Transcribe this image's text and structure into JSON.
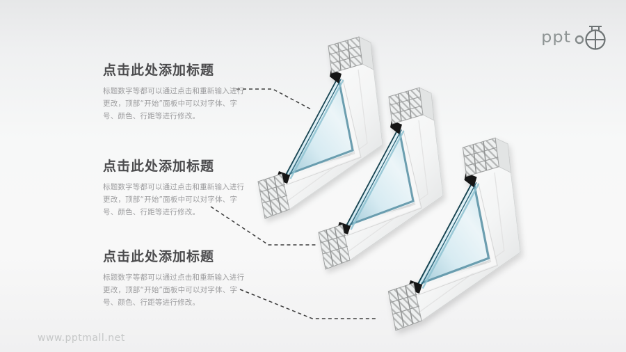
{
  "slide": {
    "watermark": "www.pptmall.net",
    "logo": {
      "text": "ppt",
      "icon": "crosshair-circle-icon"
    },
    "blocks": [
      {
        "title": "点击此处添加标题",
        "body_lines": [
          "标题数字等都可以通过点击和重新输入进行",
          "更改，顶部“开始”面板中可以对字体、字",
          "号、颜色、行距等进行修改。"
        ]
      },
      {
        "title": "点击此处添加标题",
        "body_lines": [
          "标题数字等都可以通过点击和重新输入进行",
          "更改，顶部“开始”面板中可以对字体、字",
          "号、颜色、行距等进行修改。"
        ]
      },
      {
        "title": "点击此处添加标题",
        "body_lines": [
          "标题数字等都可以通过点击和重新输入进行",
          "更改，顶部“开始”面板中可以对字体、字",
          "号、颜色、行距等进行修改。"
        ]
      }
    ],
    "illustration": {
      "description": "three isometric window-frame corner cross-sections with double glazing, connected to text blocks by dashed leader lines",
      "count": 3
    },
    "colors": {
      "title_text": "#4b4b4d",
      "body_text": "#9c9c9e",
      "frame": "#ffffff",
      "glass": "#d7ebf2",
      "glass_edge": "#15424f",
      "leader_line": "#3c3c3c",
      "watermark": "#c5c7c7",
      "logo": "#8e9494"
    }
  }
}
